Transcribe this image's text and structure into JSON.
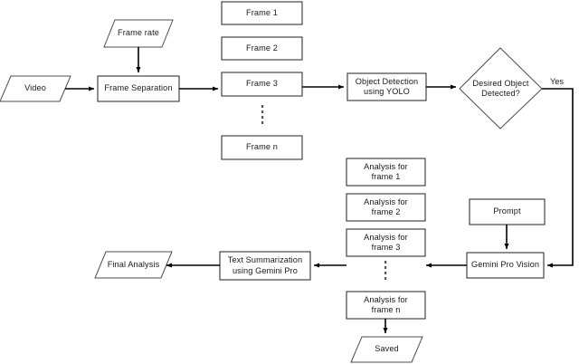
{
  "diagram": {
    "title": "Video Frame Analysis Pipeline Flowchart",
    "background_color": "#ffffff",
    "shape_stroke_color": "#4d4d4d",
    "edge_color": "#000000",
    "text_color": "#1a1a1a"
  },
  "nodes": {
    "video": {
      "label": "Video",
      "shape": "parallelogram"
    },
    "frame_rate": {
      "label": "Frame rate",
      "shape": "parallelogram"
    },
    "frame_separation": {
      "label": "Frame Separation",
      "shape": "rectangle"
    },
    "frame_1": {
      "label": "Frame 1",
      "shape": "rectangle"
    },
    "frame_2": {
      "label": "Frame 2",
      "shape": "rectangle"
    },
    "frame_3": {
      "label": "Frame 3",
      "shape": "rectangle"
    },
    "frame_n": {
      "label": "Frame n",
      "shape": "rectangle"
    },
    "object_detection": {
      "label": "Object Detection\nusing YOLO",
      "shape": "rectangle"
    },
    "decision": {
      "label": "Desired Object\nDetected?",
      "shape": "diamond"
    },
    "prompt": {
      "label": "Prompt",
      "shape": "rectangle"
    },
    "gemini_pro_vision": {
      "label": "Gemini Pro Vision",
      "shape": "rectangle"
    },
    "analysis_1": {
      "label": "Analysis for\nframe 1",
      "shape": "rectangle"
    },
    "analysis_2": {
      "label": "Analysis for\nframe 2",
      "shape": "rectangle"
    },
    "analysis_3": {
      "label": "Analysis for\nframe 3",
      "shape": "rectangle"
    },
    "analysis_n": {
      "label": "Analysis for\nframe n",
      "shape": "rectangle"
    },
    "saved": {
      "label": "Saved",
      "shape": "parallelogram"
    },
    "text_summarization": {
      "label": "Text Summarization\nusing Gemini Pro",
      "shape": "rectangle"
    },
    "final_analysis": {
      "label": "Final Analysis",
      "shape": "parallelogram"
    }
  },
  "edge_labels": {
    "decision_yes": "Yes"
  },
  "ellipsis": {
    "frames_column": "vertical-dotted-ellipsis",
    "analysis_column": "vertical-dotted-ellipsis"
  }
}
